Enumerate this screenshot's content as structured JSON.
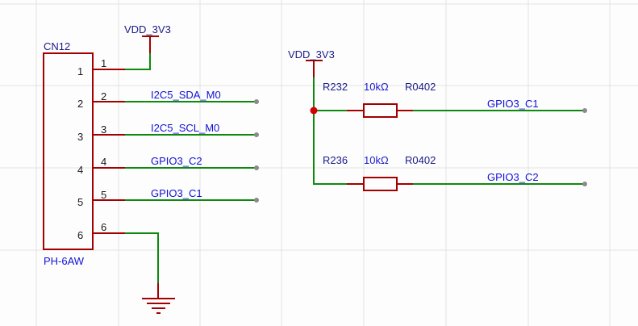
{
  "colors": {
    "component_line": "#a30000",
    "wire": "#0d8a0d",
    "net_label": "#1010d8",
    "designator": "#1a1a8a",
    "junction": "#d40000"
  },
  "connector": {
    "designator": "CN12",
    "footprint": "PH-6AW",
    "pins": [
      {
        "number": "1",
        "outer": "1",
        "net": ""
      },
      {
        "number": "2",
        "outer": "2",
        "net": "I2C5_SDA_M0"
      },
      {
        "number": "3",
        "outer": "3",
        "net": "I2C5_SCL_M0"
      },
      {
        "number": "4",
        "outer": "4",
        "net": "GPIO3_C2"
      },
      {
        "number": "5",
        "outer": "5",
        "net": "GPIO3_C1"
      },
      {
        "number": "6",
        "outer": "6",
        "net": ""
      }
    ]
  },
  "power_left": {
    "label": "VDD_3V3"
  },
  "power_right": {
    "label": "VDD_3V3"
  },
  "ground": {
    "symbol": "ground-icon"
  },
  "resistors": [
    {
      "designator": "R232",
      "value": "10kΩ",
      "package": "R0402",
      "net": "GPIO3_C1"
    },
    {
      "designator": "R236",
      "value": "10kΩ",
      "package": "R0402",
      "net": "GPIO3_C2"
    }
  ]
}
